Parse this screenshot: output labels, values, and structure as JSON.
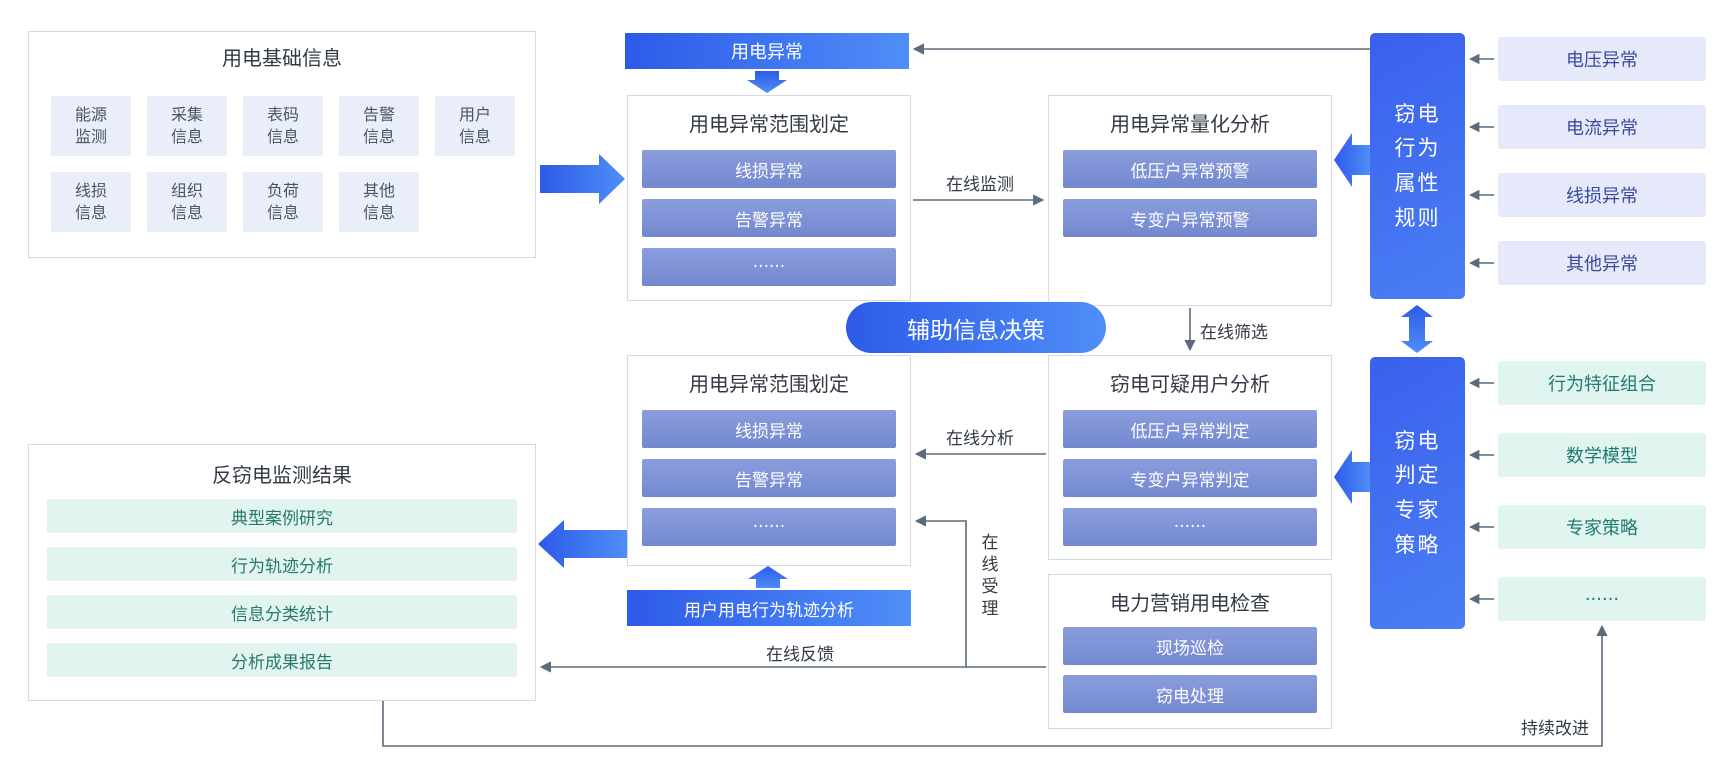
{
  "basic_info": {
    "title": "用电基础信息",
    "items": [
      "能源\n监测",
      "采集\n信息",
      "表码\n信息",
      "告警\n信息",
      "用户\n信息",
      "线损\n信息",
      "组织\n信息",
      "负荷\n信息",
      "其他\n信息"
    ]
  },
  "anomaly_banner": {
    "label": "用电异常"
  },
  "scope1": {
    "title": "用电异常范围划定",
    "rows": [
      "线损异常",
      "告警异常",
      "······"
    ]
  },
  "quant": {
    "title": "用电异常量化分析",
    "rows": [
      "低压户异常预警",
      "专变户异常预警"
    ]
  },
  "decision_pill": {
    "label": "辅助信息决策"
  },
  "suspect": {
    "title": "窃电可疑用户分析",
    "rows": [
      "低压户异常判定",
      "专变户异常判定",
      "······"
    ]
  },
  "scope2": {
    "title": "用电异常范围划定",
    "rows": [
      "线损异常",
      "告警异常",
      "······"
    ]
  },
  "trajectory_banner": {
    "label": "用户用电行为轨迹分析"
  },
  "results": {
    "title": "反窃电监测结果",
    "rows": [
      "典型案例研究",
      "行为轨迹分析",
      "信息分类统计",
      "分析成果报告"
    ]
  },
  "inspection": {
    "title": "电力营销用电检查",
    "rows": [
      "现场巡检",
      "窃电处理"
    ]
  },
  "rules_panel": {
    "label": "窃电\n行为\n属性\n规则",
    "items": [
      "电压异常",
      "电流异常",
      "线损异常",
      "其他异常"
    ]
  },
  "strategy_panel": {
    "label": "窃电\n判定\n专家\n策略",
    "items": [
      "行为特征组合",
      "数学模型",
      "专家策略",
      "······"
    ]
  },
  "flow_labels": {
    "online_monitoring": "在线监测",
    "online_screening": "在线筛选",
    "online_analysis": "在线分析",
    "online_acceptance": "在\n线\n受\n理",
    "online_feedback": "在线反馈",
    "continuous_improvement": "持续改进"
  },
  "colors": {
    "accent_blue": "#2D5AE8",
    "accent_blue_light": "#4F8EF7",
    "row_blue": "#7F94D7",
    "panel_blue": "#3D6CEF",
    "lavender_bg": "#E6E9FA",
    "lavender_text": "#3A4A9B",
    "mint_bg": "#E0F4F0",
    "mint_text": "#27796F",
    "line_gray": "#5C6B7D"
  }
}
